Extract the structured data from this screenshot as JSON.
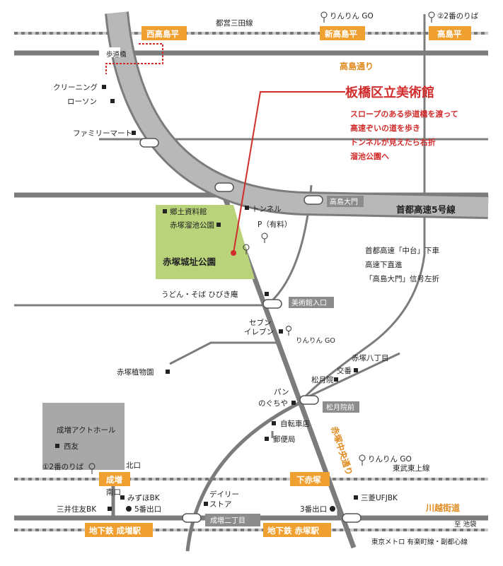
{
  "colors": {
    "road": "#7c7c7c",
    "expressway": "#b8b8b8",
    "park": "#b8d37a",
    "accent_orange": "#f0a030",
    "accent_red": "#d22d2d",
    "gray_box": "#8c8c8c",
    "subway_box": "#aaaaaa"
  },
  "destination": {
    "title": "板橋区立美術館",
    "directions": [
      "スロープのある歩道橋を渡って",
      "高速ぞいの道を歩き",
      "トンネルが見えたら右折",
      "溜池公園へ"
    ]
  },
  "car_directions": [
    "首都高速「中台」下車",
    "高速下直進",
    "「高島大門」信号左折"
  ],
  "stations": {
    "nishitakashimadaira": "西高島平",
    "shintakashimadaira": "新高島平",
    "takashimadaira": "高島平",
    "narimasu": "成増",
    "shimoakatsuka": "下赤塚",
    "chikatetsu_narimasu": "地下鉄 成増駅",
    "chikatetsu_akatsuka": "地下鉄 赤塚駅"
  },
  "lines": {
    "toei_mita": "都営三田線",
    "tobu_tojo": "東武東上線",
    "tokyo_metro": "東京メトロ 有楽町線・副都心線",
    "shuto": "首都高速5号線"
  },
  "roads": {
    "takashima_dori": "高島通り",
    "akatsuka_chuo": "赤塚中央通り",
    "kawagoe": "川越街道",
    "to_ikebukuro": "至 池袋"
  },
  "intersections": {
    "takashima_daimon": "高島大門",
    "bijutsukan_iriguchi": "美術館入口",
    "shogetsuin_mae": "松月院前",
    "narimasu_nichome": "成増二丁目"
  },
  "bus_stops": {
    "rinrin_top": "りんりん GO",
    "no2_top": "②2番のりば",
    "rinrin_mid": "りんりん GO",
    "rinrin_bottom": "りんりん GO",
    "no2_bottom": "①2番のりば"
  },
  "places": {
    "hodokyo": "歩道橋",
    "cleaning": "クリーニング",
    "lawson": "ローソン",
    "familymart": "ファミリーマート",
    "kyodo_1": "郷土資料館",
    "kyodo_2": "赤塚溜池公園",
    "tunnel": "トンネル",
    "parking": "P（有料）",
    "park_name": "赤塚城址公園",
    "udon": "うどん・そば ひびき庵",
    "seven_1": "セブン",
    "seven_2": "イレブン",
    "shokubutsuen": "赤塚植物園",
    "hachome": "赤塚八丁目",
    "koban": "交番",
    "shogetsuin": "松月院",
    "pan_1": "パン",
    "pan_2": "のぐちや",
    "jitensha": "自転車店",
    "yubin": "郵便局",
    "act_hall": "成増アクトホール",
    "seiyu": "西友",
    "kitaguchi": "北口",
    "minamiguchi": "南口",
    "mizuho": "みずほBK",
    "exit5": "5番出口",
    "mitsui": "三井住友BK",
    "daily_1": "デイリー",
    "daily_2": "ストア",
    "exit3": "3番出口",
    "mufj": "三菱UFJBK"
  }
}
